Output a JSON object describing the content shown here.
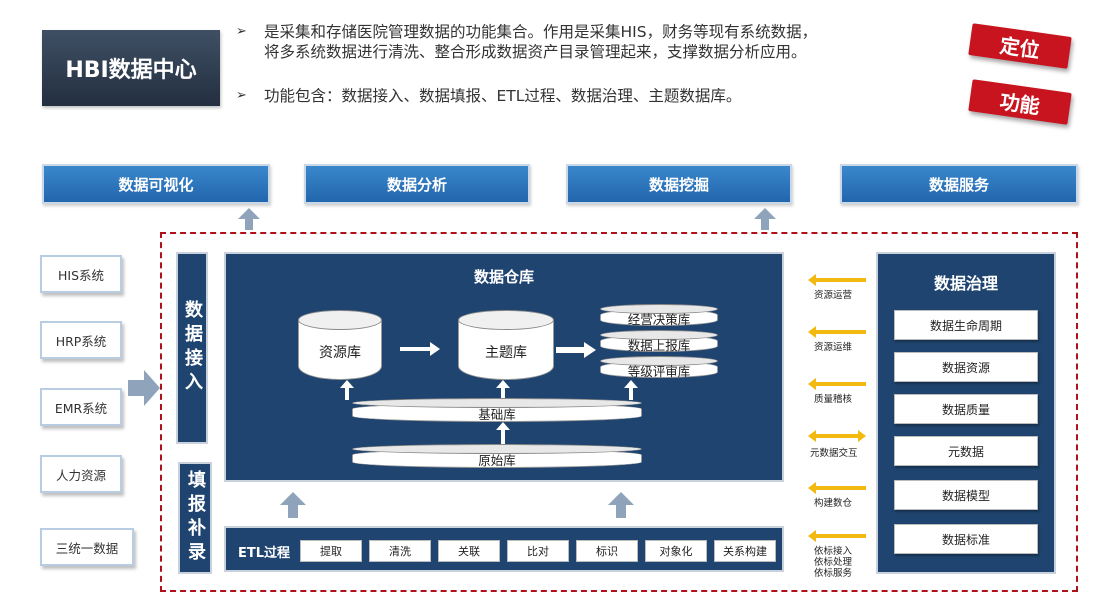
{
  "header": {
    "title": "HBI数据中心",
    "bullet1_line1": "是采集和存储医院管理数据的功能集合。作用是采集HIS，财务等现有系统数据，",
    "bullet1_line2": "将多系统数据进行清洗、整合形成数据资产目录管理起来，支撑数据分析应用。",
    "bullet2": "功能包含：数据接入、数据填报、ETL过程、数据治理、主题数据库。",
    "tag1": "定位",
    "tag2": "功能"
  },
  "apps": [
    "数据可视化",
    "数据分析",
    "数据挖掘",
    "数据服务"
  ],
  "sources": [
    "HIS系统",
    "HRP系统",
    "EMR系统",
    "人力资源",
    "三统一数据"
  ],
  "data_access": "数据接入",
  "fill_report": "填报补录",
  "warehouse": {
    "title": "数据仓库",
    "resource_db": "资源库",
    "theme_db": "主题库",
    "decision_db": "经营决策库",
    "report_db": "数据上报库",
    "grade_db": "等级评审库",
    "base_db": "基础库",
    "raw_db": "原始库"
  },
  "etl": {
    "label": "ETL过程",
    "steps": [
      "提取",
      "清洗",
      "关联",
      "比对",
      "标识",
      "对象化",
      "关系构建"
    ]
  },
  "governance": {
    "title": "数据治理",
    "items": [
      "数据生命周期",
      "数据资源",
      "数据质量",
      "元数据",
      "数据模型",
      "数据标准"
    ]
  },
  "flows": [
    "资源运营",
    "资源运维",
    "质量稽核",
    "元数据交互",
    "构建数仓"
  ],
  "flow_last": [
    "依标接入",
    "依标处理",
    "依标服务"
  ],
  "colors": {
    "dark_blue": "#1f446f",
    "app_blue": "#2a72b8",
    "tag_red": "#c8141f",
    "frame_red": "#b0101a",
    "flow_yellow": "#f2b90f",
    "arrow_gray": "#8fa3bb"
  }
}
